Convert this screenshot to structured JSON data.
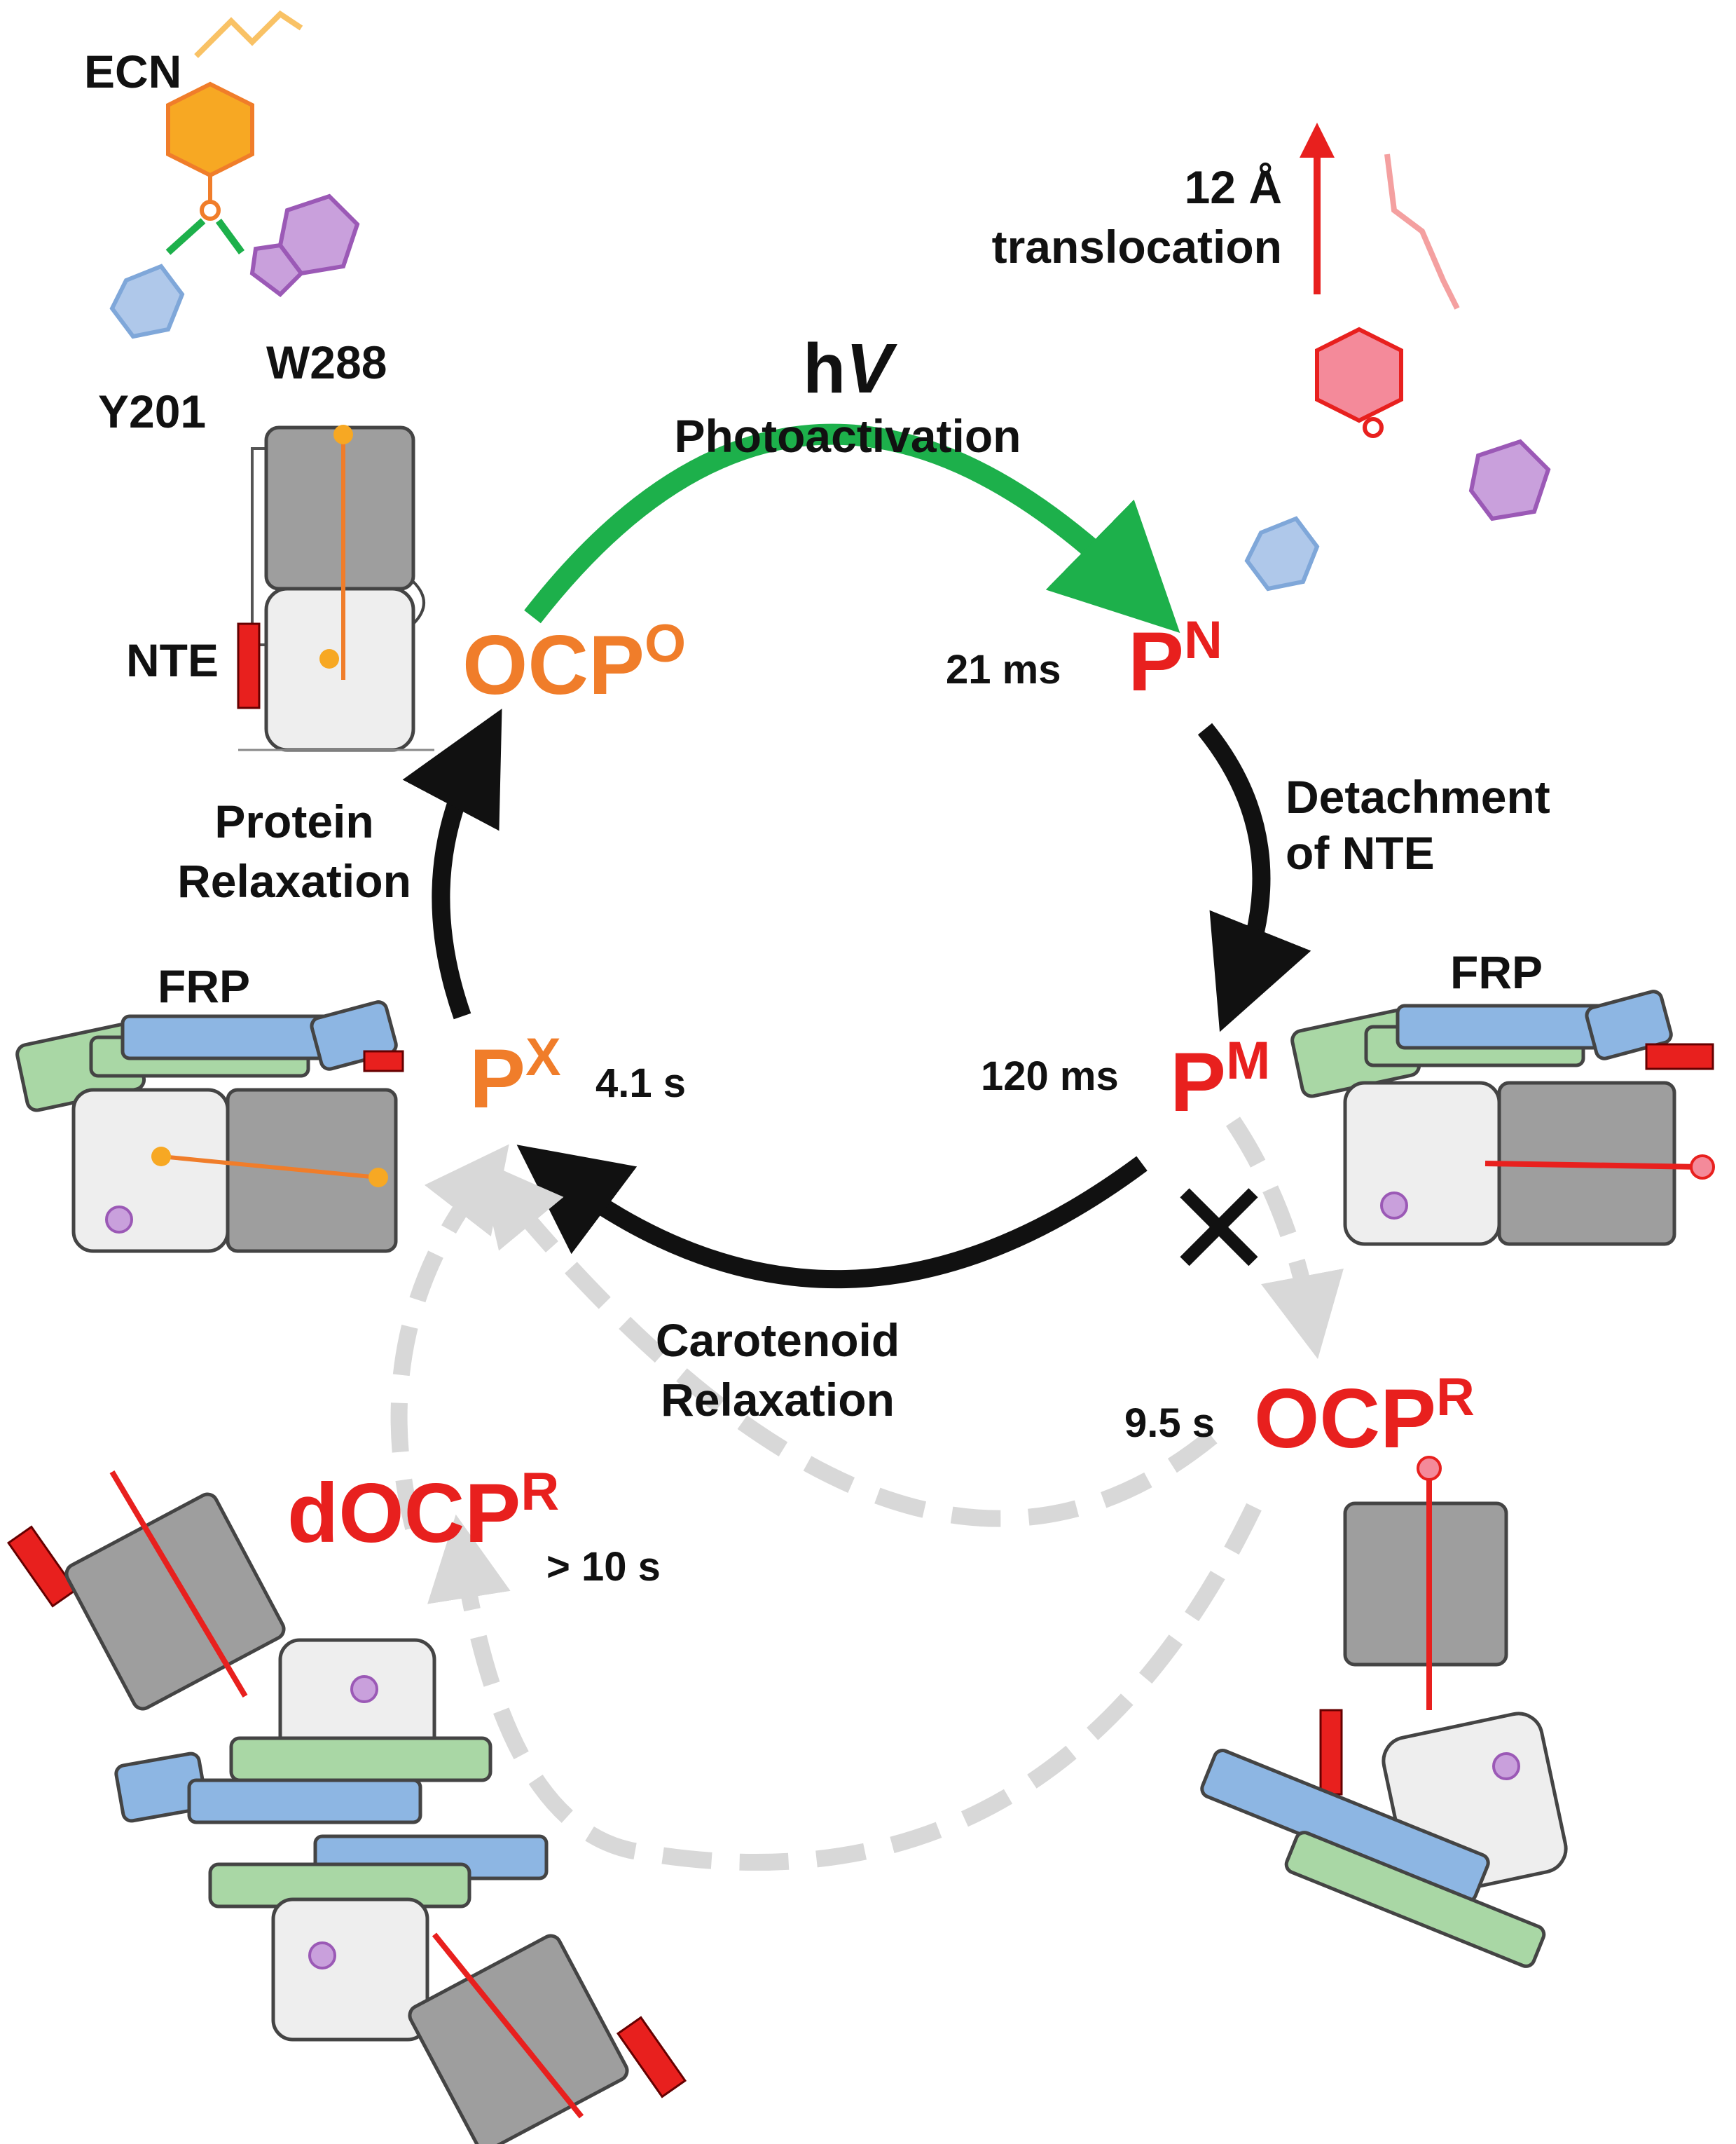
{
  "colors": {
    "orange": "#F07D2A",
    "red": "#E8201E",
    "green": "#1DB04B",
    "black": "#111111",
    "light_gray": "#D8D8D8",
    "gray_box": "#9E9E9E",
    "light_box": "#EEEEEE",
    "blue_box": "#8DB6E3",
    "green_box": "#A9D7A5",
    "purple": "#9B59B6",
    "blue_mol": "#7FA7D9",
    "orange_ring": "#F7A823"
  },
  "labels": {
    "ecn": "ECN",
    "y201": "Y201",
    "w288": "W288",
    "nte": "NTE",
    "frp_left": "FRP",
    "frp_right": "FRP",
    "hv_h": "h",
    "hv_nu": "V",
    "photoactivation": "Photoactivation",
    "translocation_amount": "12 Å",
    "translocation": "translocation",
    "detachment_line1": "Detachment",
    "detachment_line2": "of NTE",
    "protein_relaxation_line1": "Protein",
    "protein_relaxation_line2": "Relaxation",
    "carotenoid_relaxation_line1": "Carotenoid",
    "carotenoid_relaxation_line2": "Relaxation"
  },
  "states": {
    "ocp_o": {
      "base": "OCP",
      "sup": "O"
    },
    "p_n": {
      "base": "P",
      "sup": "N",
      "time": "21 ms"
    },
    "p_m": {
      "base": "P",
      "sup": "M",
      "time": "120 ms"
    },
    "p_x": {
      "base": "P",
      "sup": "X",
      "time": "4.1 s"
    },
    "ocp_r": {
      "base": "OCP",
      "sup": "R",
      "time": "9.5 s"
    },
    "docp_r": {
      "base": "dOCP",
      "sup": "R",
      "time": "> 10 s"
    }
  },
  "blocked_symbol": "✕"
}
